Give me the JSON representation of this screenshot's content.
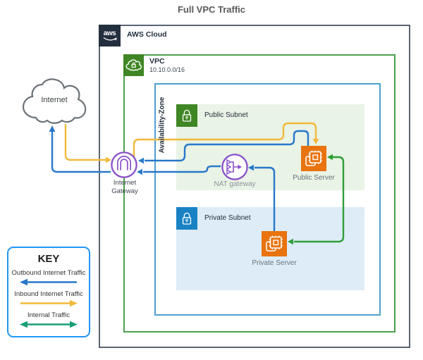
{
  "title": "Full VPC Traffic",
  "aws_cloud": {
    "logo_text": "aws",
    "label": "AWS Cloud"
  },
  "vpc": {
    "label": "VPC",
    "cidr": "10.10.0.0/16"
  },
  "availability_zone": {
    "label": "Availability-Zone"
  },
  "public_subnet": {
    "label": "Public Subnet"
  },
  "private_subnet": {
    "label": "Private Subnet"
  },
  "nodes": {
    "internet": {
      "label": "Internet"
    },
    "internet_gateway": {
      "label": "Internet Gateway"
    },
    "nat_gateway": {
      "label": "NAT gateway"
    },
    "public_server": {
      "label": "Public Server"
    },
    "private_server": {
      "label": "Private Server"
    }
  },
  "key": {
    "title": "KEY",
    "items": [
      {
        "label": "Outbound Internet Traffic",
        "color": "#2878c8",
        "direction": "left"
      },
      {
        "label": "Inbound Internet Traffic",
        "color": "#f2b93b",
        "direction": "right"
      },
      {
        "label": "Internal Traffic",
        "color": "#199d77",
        "direction": "both"
      }
    ]
  },
  "colors": {
    "outbound_blue": "#2878c8",
    "inbound_yellow": "#f2b93b",
    "internal_green": "#2f9e38",
    "key_internal_teal": "#199d77",
    "aws_dark": "#232f3e",
    "container_border_gray": "#5a6472",
    "vpc_green_border": "#4da04d",
    "az_blue_border": "#4e9fd0",
    "public_subnet_bg": "#e9f3e6",
    "private_subnet_bg": "#ddecf7",
    "subnet_icon_green": "#3f8624",
    "subnet_icon_blue": "#1a82c4",
    "server_orange": "#e8730f",
    "gateway_purple": "#8a50c8",
    "key_border_blue": "#2196f3"
  }
}
